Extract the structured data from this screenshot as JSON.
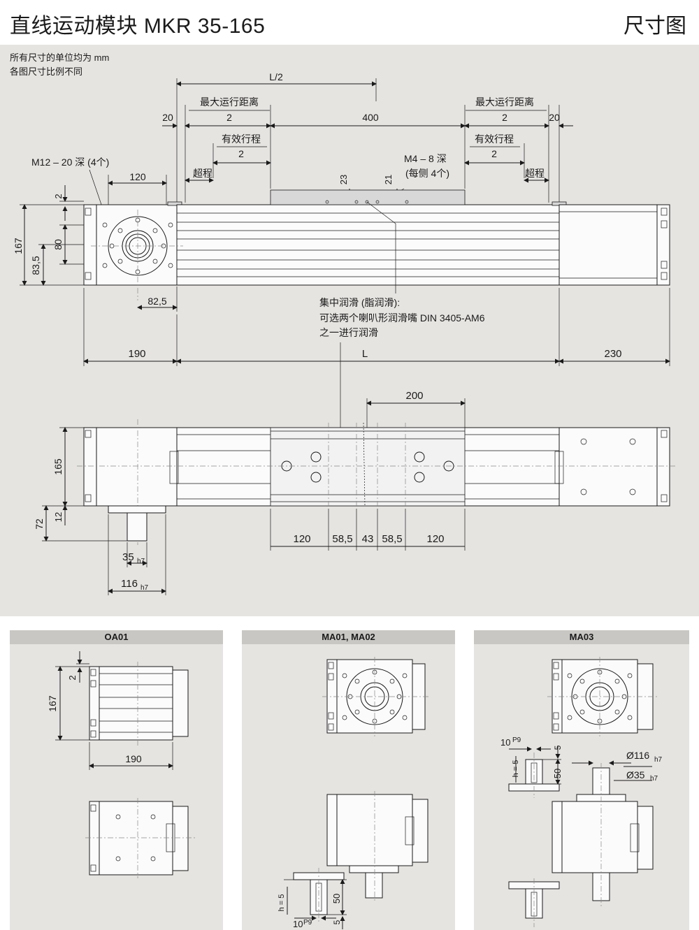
{
  "header": {
    "title": "直线运动模块 MKR 35-165",
    "subtitle": "尺寸图"
  },
  "notes": [
    "所有尺寸的单位均为 mm",
    "各图尺寸比例不同"
  ],
  "top_view": {
    "half_length": "L/2",
    "max_travel": "最大运行距离",
    "effective_stroke": "有效行程",
    "over_travel": "超程",
    "two": "2",
    "d20": "20",
    "d400": "400",
    "thread_holes_left": "M12 – 20 深 (4个)",
    "thread_holes_right_1": "M4 – 8 深",
    "thread_holes_right_2": "(每侧 4个)",
    "d23": "23",
    "d21": "21",
    "d120": "120",
    "d2": "2",
    "d167": "167",
    "d80": "80",
    "d83_5": "83,5",
    "d82_5": "82,5",
    "lube_1": "集中润滑 (脂润滑):",
    "lube_2": "可选两个喇叭形润滑嘴 DIN 3405-AM6",
    "lube_3": "之一进行润滑",
    "d190": "190",
    "L": "L",
    "d230": "230"
  },
  "front_view": {
    "d200": "200",
    "d165": "165",
    "d72": "72",
    "d12": "12",
    "d120": "120",
    "d58_5": "58,5",
    "d43": "43",
    "shaft_35": "35",
    "shaft_116": "116",
    "tol_h7": "h7"
  },
  "details": [
    {
      "title": "OA01",
      "d2": "2",
      "d167": "167",
      "d190": "190"
    },
    {
      "title": "MA01, MA02",
      "d10": "10",
      "tol_p9": "P9",
      "h5": "h = 5",
      "d50": "50",
      "d5": "5"
    },
    {
      "title": "MA03",
      "d10": "10",
      "tol_p9": "P9",
      "h5": "h = 5",
      "d5": "5",
      "d50": "50",
      "dia116": "Ø116",
      "dia35": "Ø35",
      "tol_h7": "h7"
    }
  ]
}
